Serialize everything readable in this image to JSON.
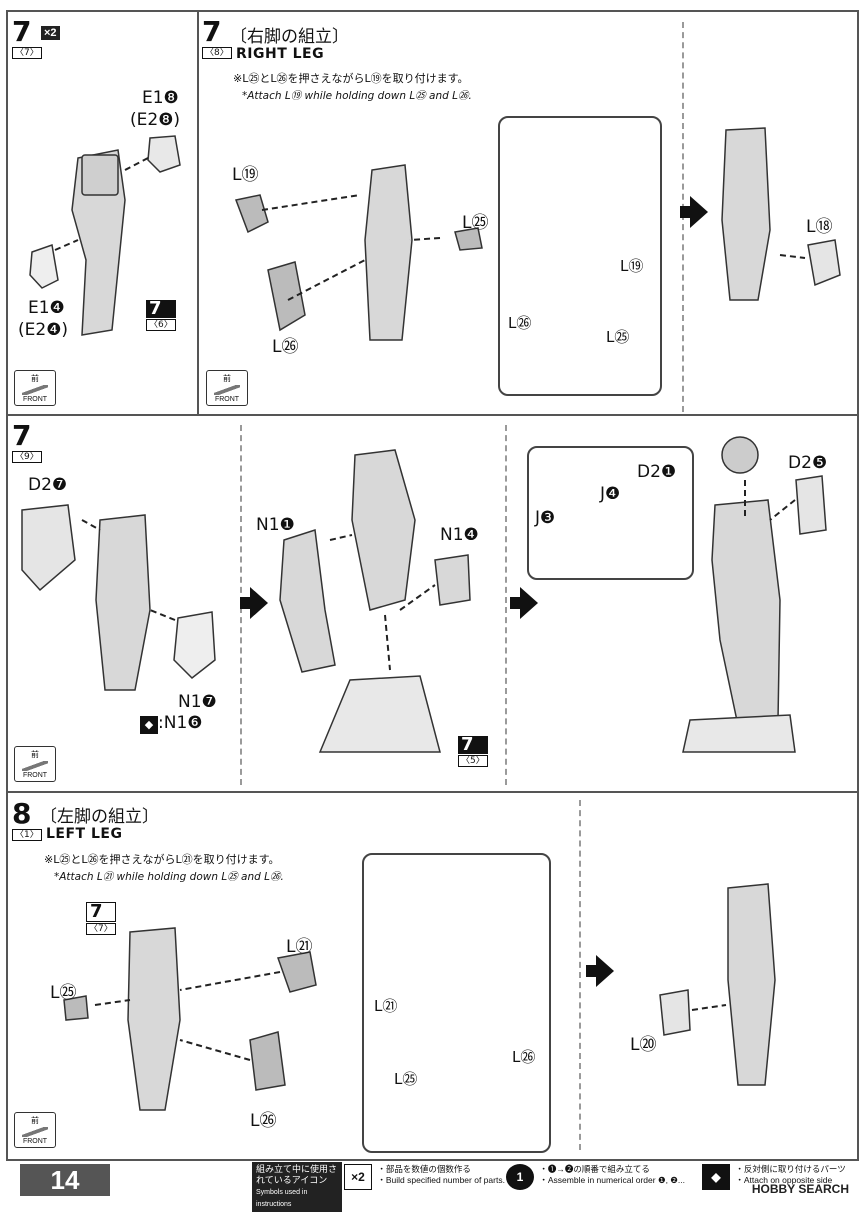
{
  "page_number": "14",
  "mult_label": "×2",
  "step7_7": {
    "step": "7",
    "sub": "〈7〉"
  },
  "step7_8": {
    "step": "7",
    "sub": "〈8〉",
    "title_jp": "〔右脚の組立〕",
    "title_en": "RIGHT LEG",
    "note_jp": "※L㉕とL㉖を押さえながらL⑲を取り付けます。",
    "note_en": "*Attach L⑲ while holding down L㉕ and L㉖."
  },
  "step7_9": {
    "step": "7",
    "sub": "〈9〉"
  },
  "step8_1": {
    "step": "8",
    "sub": "〈1〉",
    "title_jp": "〔左脚の組立〕",
    "title_en": "LEFT LEG",
    "note_jp": "※L㉕とL㉖を押さえながらL㉑を取り付けます。",
    "note_en": "*Attach L㉑ while holding down L㉕ and L㉖."
  },
  "ref_step": {
    "step": "7",
    "sub6": "〈6〉",
    "sub5": "〈5〉",
    "sub7": "〈7〉"
  },
  "labels": {
    "e1_8": "E1❽",
    "e2_8": "(E2❽)",
    "e1_4": "E1❹",
    "e2_4": "(E2❹)",
    "l19": "L⑲",
    "l25": "L㉕",
    "l26": "L㉖",
    "l18": "L⑱",
    "l21": "L㉑",
    "l20": "L⑳",
    "d2_7": "D2❼",
    "n1_7": "N1❼",
    "n1_6": ":N1❻",
    "n1_1": "N1❶",
    "n1_4": "N1❹",
    "d2_1": "D2❶",
    "d2_5": "D2❺",
    "j4": "J❹",
    "j3": "J❸"
  },
  "front": {
    "jp": "前",
    "en": "FRONT"
  },
  "footer": {
    "symbols_jp": "組み立て中に使用されているアイコン",
    "symbols_en": "Symbols used in instructions",
    "sym1_icon": "×2",
    "sym1_jp": "・部品を数値の個数作る",
    "sym1_en": "・Build specified number of parts.",
    "sym2_icon": "1",
    "sym2_jp": "・❶→❷の順番で組み立てる",
    "sym2_en": "・Assemble in numerical order ❶, ❷...",
    "sym3_jp": "・反対側に取り付けるパーツ",
    "sym3_en": "・Attach on opposite side",
    "watermark": "HOBBY SEARCH"
  }
}
